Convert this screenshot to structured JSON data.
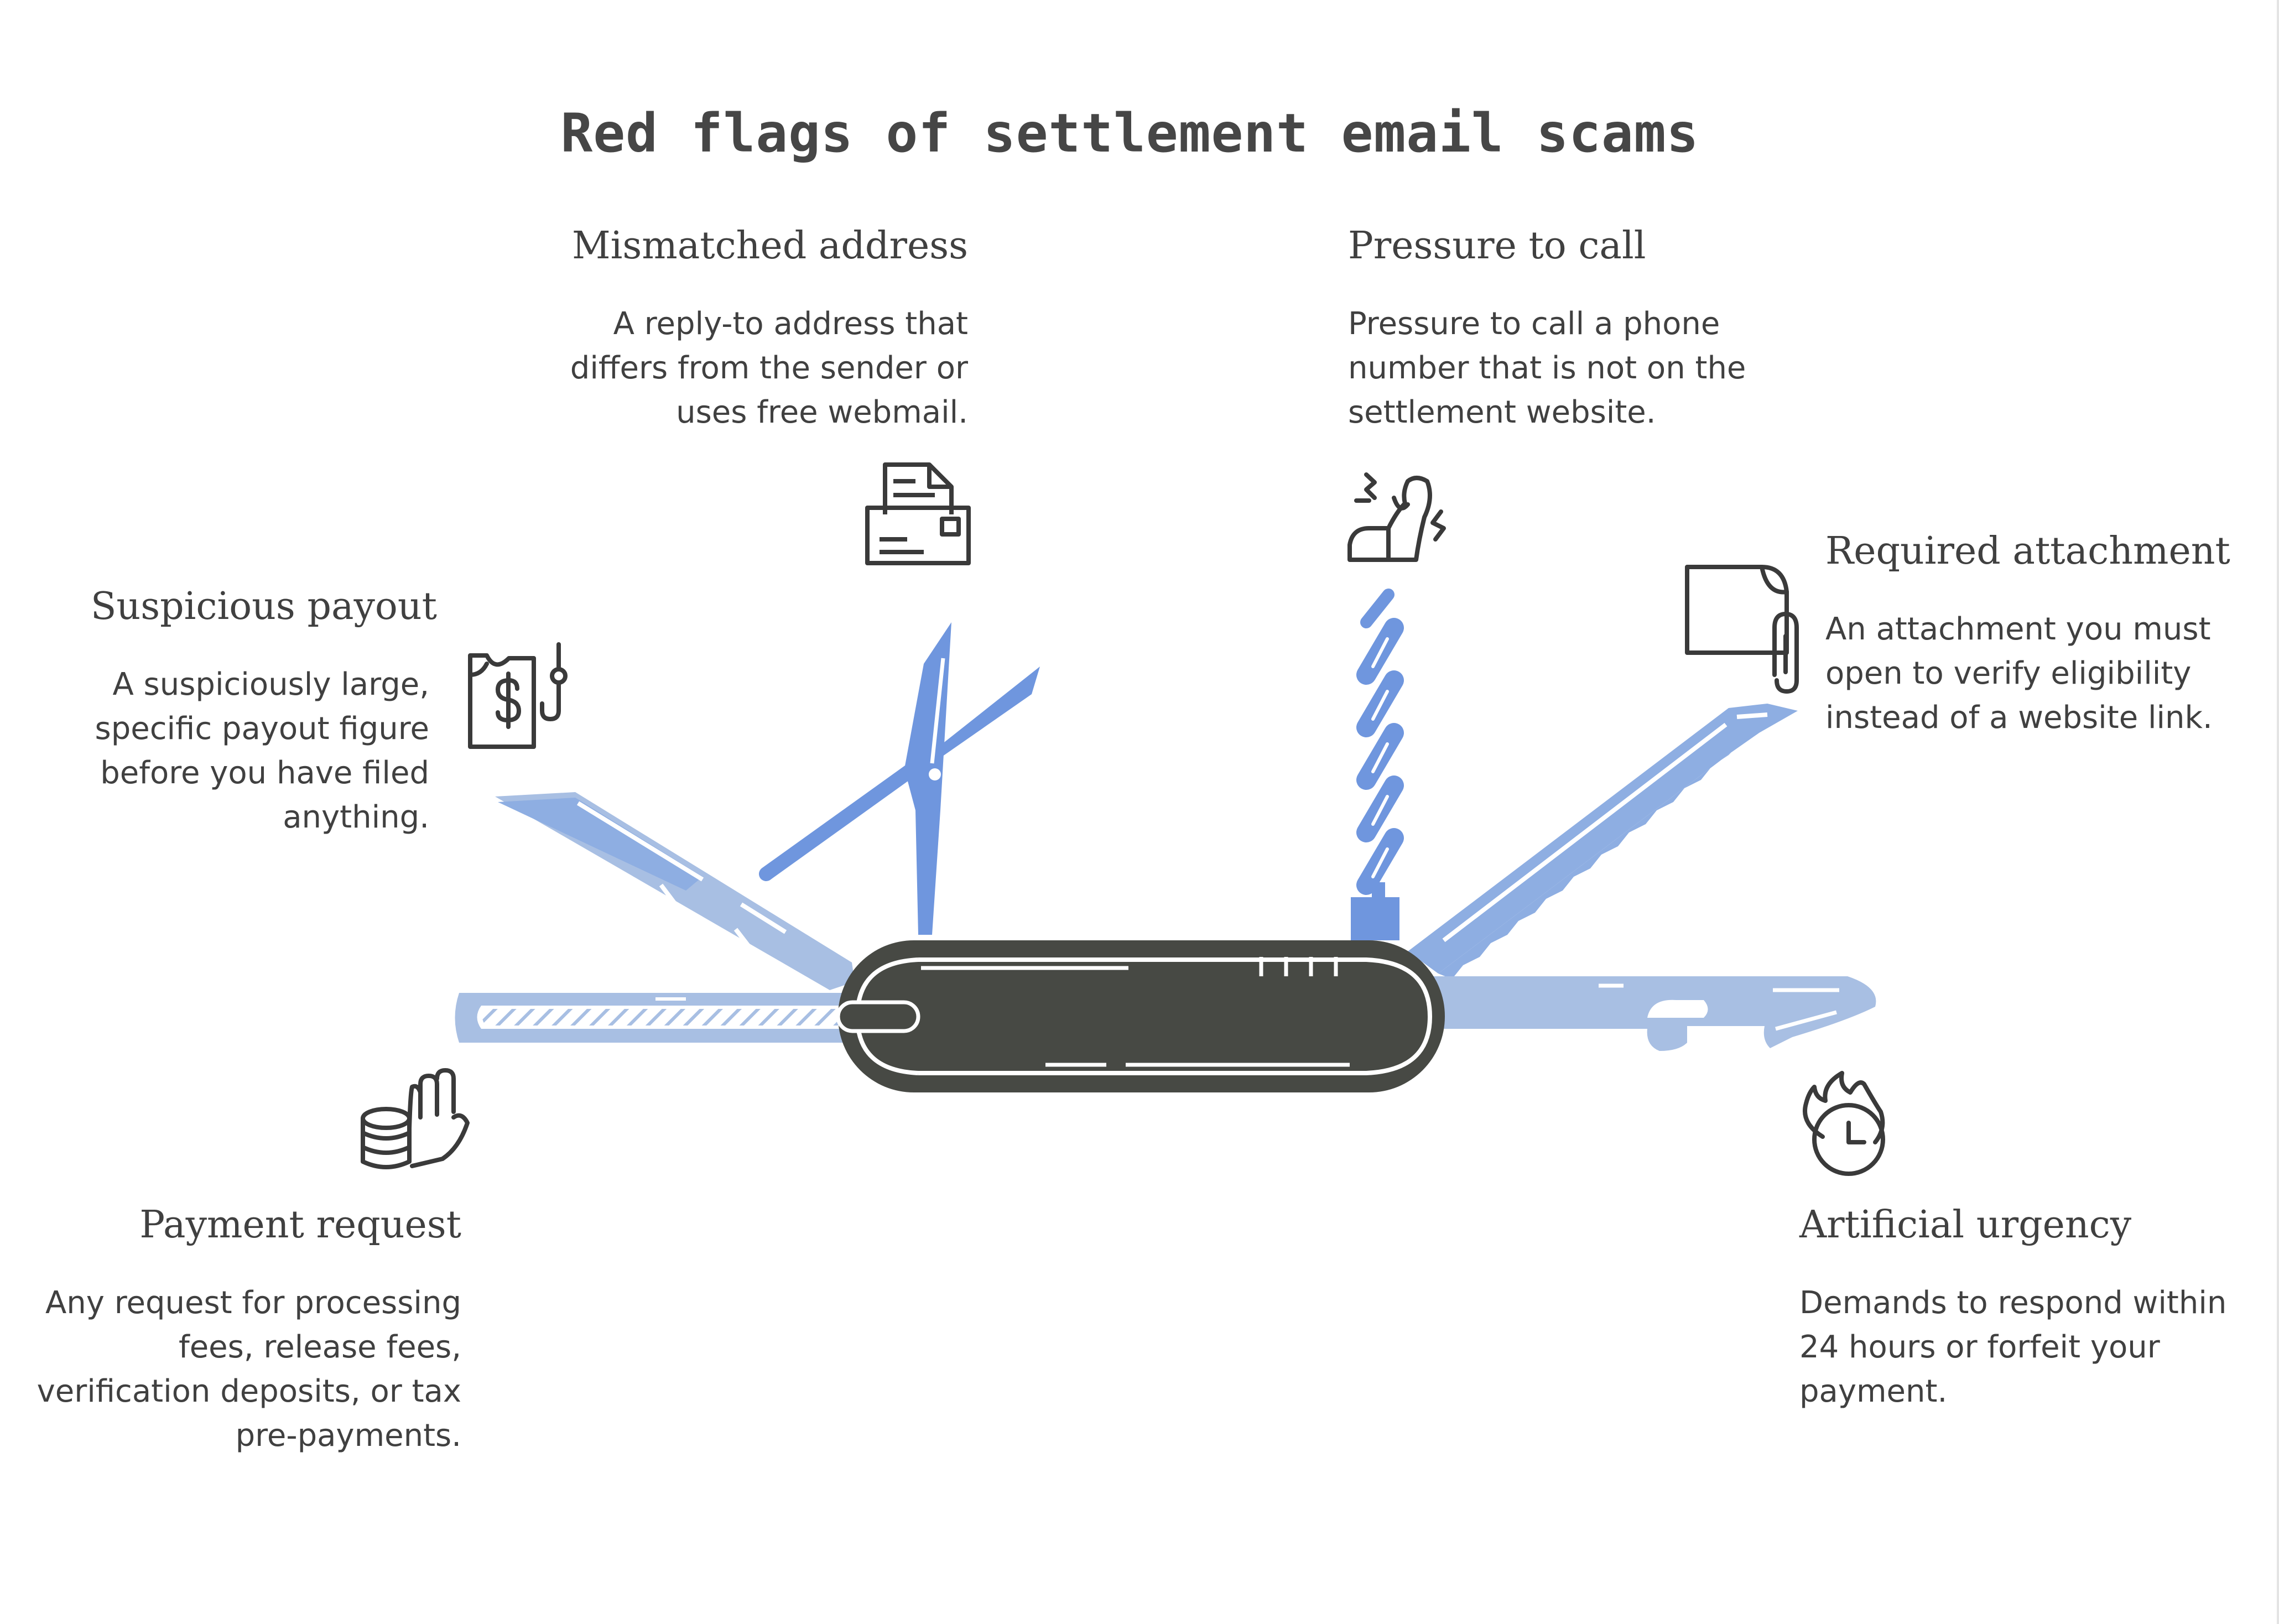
{
  "title": "Red flags of settlement email scams",
  "colors": {
    "text": "#404040",
    "handle": "#474944",
    "tool_light": "#a8bfe3",
    "tool_mid": "#8eaee2",
    "tool_blue": "#6f96de",
    "icon": "#3a3a3a"
  },
  "flags": {
    "mismatched_address": {
      "title": "Mismatched address",
      "lines": [
        "A reply-to address that",
        "differs from the sender or",
        "uses free webmail."
      ],
      "icon": "mail-document-icon"
    },
    "pressure_to_call": {
      "title": "Pressure to call",
      "lines": [
        "Pressure to call a phone",
        "number that is not on the",
        "settlement website."
      ],
      "icon": "ringing-phone-icon"
    },
    "suspicious_payout": {
      "title": "Suspicious payout",
      "lines": [
        "A suspiciously large,",
        "specific payout figure",
        "before you have filed",
        "anything."
      ],
      "icon": "dollar-document-hook-icon"
    },
    "required_attachment": {
      "title": "Required attachment",
      "lines": [
        "An attachment you must",
        "open to verify eligibility",
        "instead of a website link."
      ],
      "icon": "paperclip-file-icon"
    },
    "payment_request": {
      "title": "Payment request",
      "lines": [
        "Any request for processing",
        "fees, release fees,",
        "verification deposits, or tax",
        "pre-payments."
      ],
      "icon": "hand-coins-icon"
    },
    "artificial_urgency": {
      "title": "Artificial urgency",
      "lines": [
        "Demands to respond within",
        "24 hours or forfeit your",
        "payment."
      ],
      "icon": "burning-clock-icon"
    }
  }
}
